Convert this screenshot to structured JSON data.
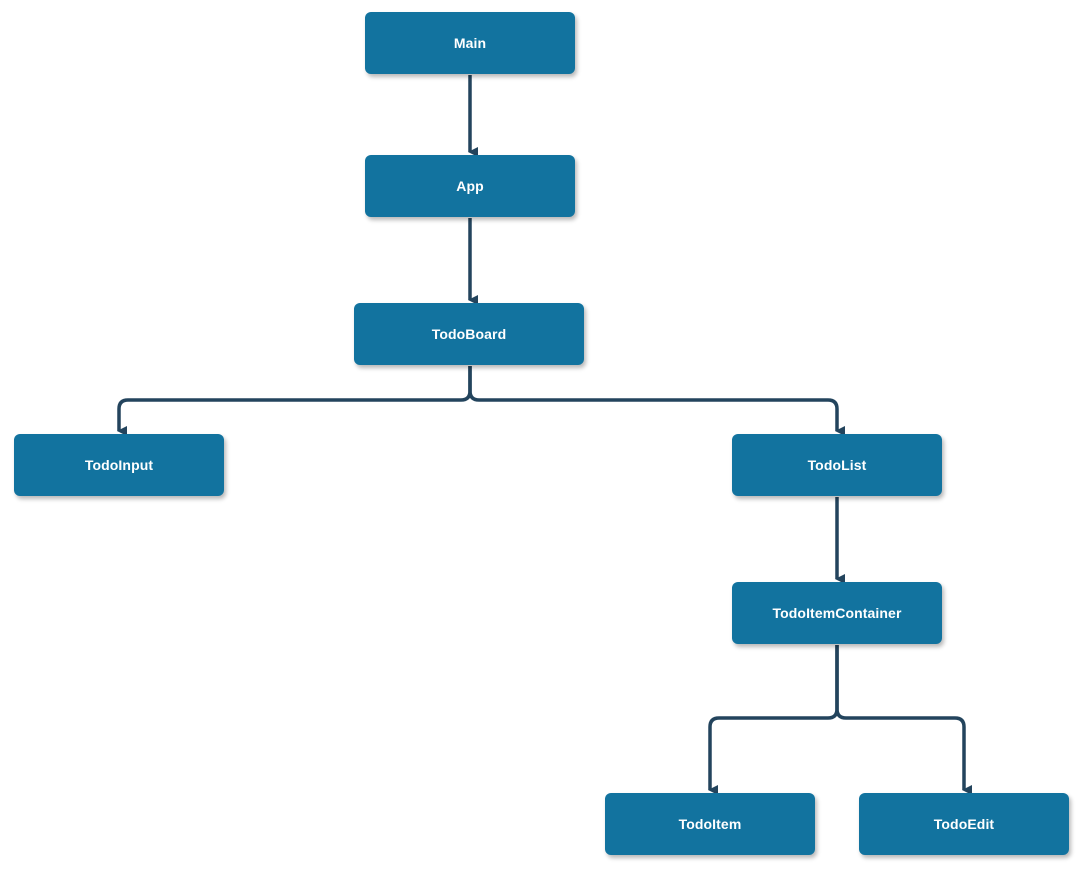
{
  "colors": {
    "node_fill": "#12739f",
    "node_text": "#ffffff",
    "edge": "#23445d",
    "background": "#ffffff"
  },
  "nodes": {
    "main": "Main",
    "app": "App",
    "todoboard": "TodoBoard",
    "todoinput": "TodoInput",
    "todolist": "TodoList",
    "todoitemcontainer": "TodoItemContainer",
    "todoitem": "TodoItem",
    "todoedit": "TodoEdit"
  },
  "edges": [
    {
      "from": "main",
      "to": "app"
    },
    {
      "from": "app",
      "to": "todoboard"
    },
    {
      "from": "todoboard",
      "to": "todoinput"
    },
    {
      "from": "todoboard",
      "to": "todolist"
    },
    {
      "from": "todolist",
      "to": "todoitemcontainer"
    },
    {
      "from": "todoitemcontainer",
      "to": "todoitem"
    },
    {
      "from": "todoitemcontainer",
      "to": "todoedit"
    }
  ]
}
